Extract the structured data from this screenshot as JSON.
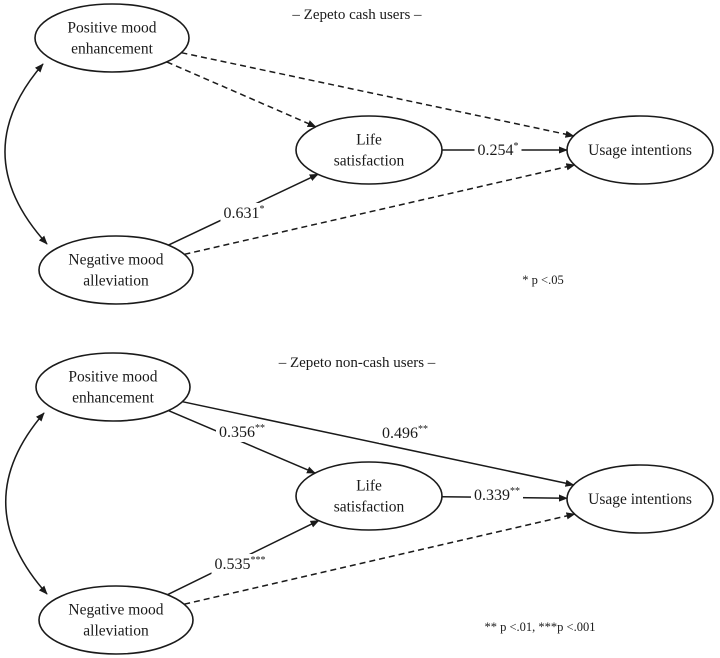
{
  "panels": [
    {
      "title": "– Zepeto cash users –",
      "nodes": {
        "pme": [
          "Positive mood",
          "enhancement"
        ],
        "nma": [
          "Negative mood",
          "alleviation"
        ],
        "ls": [
          "Life",
          "satisfaction"
        ],
        "ui": [
          "Usage intentions"
        ]
      },
      "paths": [
        {
          "from": "pme",
          "to": "ls",
          "significant": false,
          "coef": "",
          "stars": ""
        },
        {
          "from": "pme",
          "to": "ui",
          "significant": false,
          "coef": "",
          "stars": ""
        },
        {
          "from": "nma",
          "to": "ls",
          "significant": true,
          "coef": "0.631",
          "stars": "*"
        },
        {
          "from": "nma",
          "to": "ui",
          "significant": false,
          "coef": "",
          "stars": ""
        },
        {
          "from": "ls",
          "to": "ui",
          "significant": true,
          "coef": "0.254",
          "stars": "*"
        }
      ],
      "note": "* p <.05"
    },
    {
      "title": "– Zepeto non-cash users –",
      "nodes": {
        "pme": [
          "Positive mood",
          "enhancement"
        ],
        "nma": [
          "Negative mood",
          "alleviation"
        ],
        "ls": [
          "Life",
          "satisfaction"
        ],
        "ui": [
          "Usage intentions"
        ]
      },
      "paths": [
        {
          "from": "pme",
          "to": "ls",
          "significant": true,
          "coef": "0.356",
          "stars": "**"
        },
        {
          "from": "pme",
          "to": "ui",
          "significant": true,
          "coef": "0.496",
          "stars": "**"
        },
        {
          "from": "nma",
          "to": "ls",
          "significant": true,
          "coef": "0.535",
          "stars": "***"
        },
        {
          "from": "nma",
          "to": "ui",
          "significant": false,
          "coef": "",
          "stars": ""
        },
        {
          "from": "ls",
          "to": "ui",
          "significant": true,
          "coef": "0.339",
          "stars": "**"
        }
      ],
      "note": "** p <.01, ***p <.001"
    }
  ]
}
